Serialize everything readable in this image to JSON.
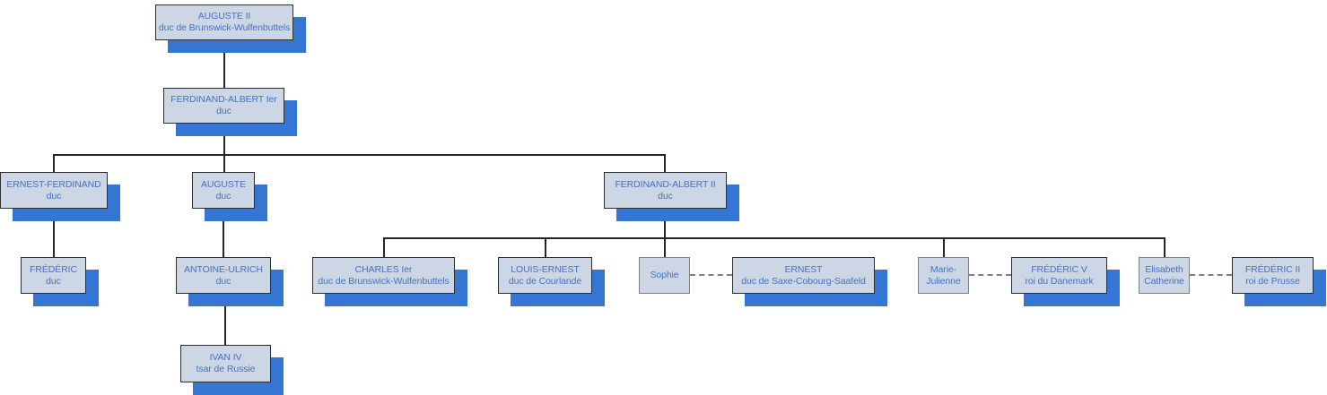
{
  "diagram_type": "family-tree",
  "colors": {
    "box_fill": "#ccd6e5",
    "box_border": "#2e2e2e",
    "female_box_border": "#808080",
    "box_shadow_blue": "#3575d3",
    "text_blue": "#4673c0",
    "connector_line": "#262626",
    "marriage_dash_gray": "#7f7f7f",
    "background": "#ffffff"
  },
  "nodes": [
    {
      "id": "auguste-ii",
      "line1": "AUGUSTE II",
      "line2": "duc de Brunswick-Wulfenbuttels"
    },
    {
      "id": "ferdinand-albert-ier",
      "line1": "FERDINAND-ALBERT Ier",
      "line2": "duc"
    },
    {
      "id": "ernest-ferdinand",
      "line1": "ERNEST-FERDINAND",
      "line2": "duc"
    },
    {
      "id": "auguste",
      "line1": "AUGUSTE",
      "line2": "duc"
    },
    {
      "id": "ferdinand-albert-ii",
      "line1": "FERDINAND-ALBERT II",
      "line2": "duc"
    },
    {
      "id": "frederic",
      "line1": "FRÉDÉRIC",
      "line2": "duc"
    },
    {
      "id": "antoine-ulrich",
      "line1": "ANTOINE-ULRICH",
      "line2": "duc"
    },
    {
      "id": "charles-ier",
      "line1": "CHARLES Ier",
      "line2": "duc de Brunswick-Wulfenbuttels"
    },
    {
      "id": "louis-ernest",
      "line1": "LOUIS-ERNEST",
      "line2": "duc de Courlande"
    },
    {
      "id": "sophie",
      "line1": "Sophie",
      "line2": ""
    },
    {
      "id": "ernest",
      "line1": "ERNEST",
      "line2": "duc de Saxe-Cobourg-Saafeld"
    },
    {
      "id": "marie-julienne",
      "line1": "Marie-",
      "line2": "Julienne"
    },
    {
      "id": "frederic-v",
      "line1": "FRÉDÉRIC V",
      "line2": "roi du Danemark"
    },
    {
      "id": "elisabeth-catherine",
      "line1": "Elisabeth",
      "line2": "Catherine"
    },
    {
      "id": "frederic-ii",
      "line1": "FRÉDÉRIC II",
      "line2": "roi de Prusse"
    },
    {
      "id": "ivan-iv",
      "line1": "IVAN IV",
      "line2": "tsar de Russie"
    }
  ],
  "relations": {
    "parent_child": [
      {
        "parent": "auguste-ii",
        "children": [
          "ferdinand-albert-ier"
        ]
      },
      {
        "parent": "ferdinand-albert-ier",
        "children": [
          "ernest-ferdinand",
          "auguste",
          "ferdinand-albert-ii"
        ]
      },
      {
        "parent": "ernest-ferdinand",
        "children": [
          "frederic"
        ]
      },
      {
        "parent": "auguste",
        "children": [
          "antoine-ulrich"
        ]
      },
      {
        "parent": "antoine-ulrich",
        "children": [
          "ivan-iv"
        ]
      },
      {
        "parent": "ferdinand-albert-ii",
        "children": [
          "charles-ier",
          "louis-ernest",
          "sophie",
          "marie-julienne",
          "elisabeth-catherine"
        ]
      }
    ],
    "marriages": [
      {
        "a": "sophie",
        "b": "ernest"
      },
      {
        "a": "marie-julienne",
        "b": "frederic-v"
      },
      {
        "a": "elisabeth-catherine",
        "b": "frederic-ii"
      }
    ]
  }
}
